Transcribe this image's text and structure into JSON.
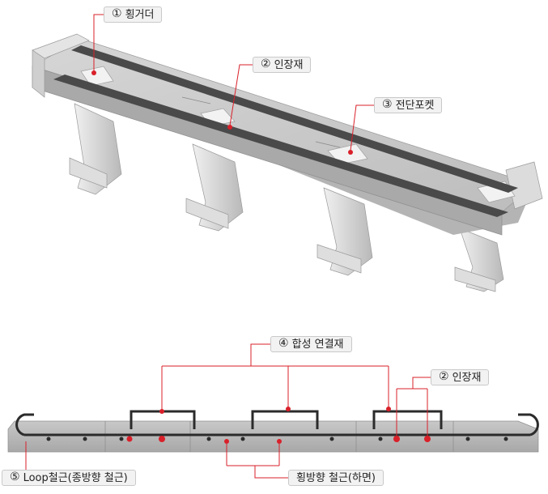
{
  "labels": {
    "crossbeam": {
      "num": "1",
      "text": "횡거더"
    },
    "tendon_top": {
      "num": "2",
      "text": "인장재"
    },
    "shear_pocket": {
      "num": "3",
      "text": "전단포켓"
    },
    "composite_connector": {
      "num": "4",
      "text": "합성 연결재"
    },
    "tendon_bottom": {
      "num": "2",
      "text": "인장재"
    },
    "loop_rebar": {
      "num": "5",
      "text": "Loop철근(종방향 철근)"
    },
    "transverse_rebar": {
      "text": "횡방향 철근(하면)"
    }
  },
  "colors": {
    "leader": "#d9202a",
    "concrete_light": "#cfcfcf",
    "concrete_dark": "#9a9a9a",
    "tendon": "#4a4a4a",
    "rebar": "#2b2b2b"
  }
}
